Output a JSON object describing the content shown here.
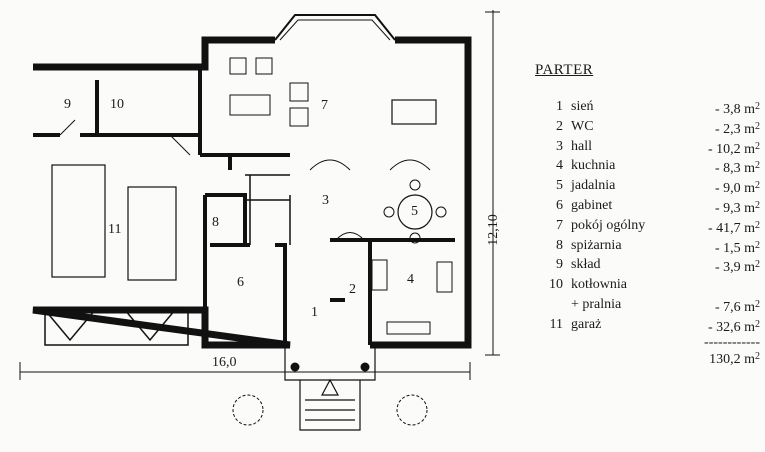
{
  "legend": {
    "title": "PARTER",
    "unit": "m",
    "unit_exp": "2",
    "items": [
      {
        "num": "1",
        "name": "sień",
        "area": "3,8"
      },
      {
        "num": "2",
        "name": "WC",
        "area": "2,3"
      },
      {
        "num": "3",
        "name": "hall",
        "area": "10,2"
      },
      {
        "num": "4",
        "name": "kuchnia",
        "area": "8,3"
      },
      {
        "num": "5",
        "name": "jadalnia",
        "area": "9,0"
      },
      {
        "num": "6",
        "name": "gabinet",
        "area": "9,3"
      },
      {
        "num": "7",
        "name": "pokój ogólny",
        "area": "41,7"
      },
      {
        "num": "8",
        "name": "spiżarnia",
        "area": "1,5"
      },
      {
        "num": "9",
        "name": "skład",
        "area": "3,9"
      },
      {
        "num": "10",
        "name": "kotłownia",
        "area": ""
      },
      {
        "num": "",
        "name": "+ pralnia",
        "area": "7,6"
      },
      {
        "num": "11",
        "name": "garaż",
        "area": "32,6"
      }
    ],
    "separator": "------------",
    "total": "130,2"
  },
  "plan": {
    "rooms": [
      "1",
      "2",
      "3",
      "4",
      "5",
      "6",
      "7",
      "8",
      "9",
      "10",
      "11"
    ],
    "width_dim": "16,0",
    "depth_dim": "12,10"
  }
}
